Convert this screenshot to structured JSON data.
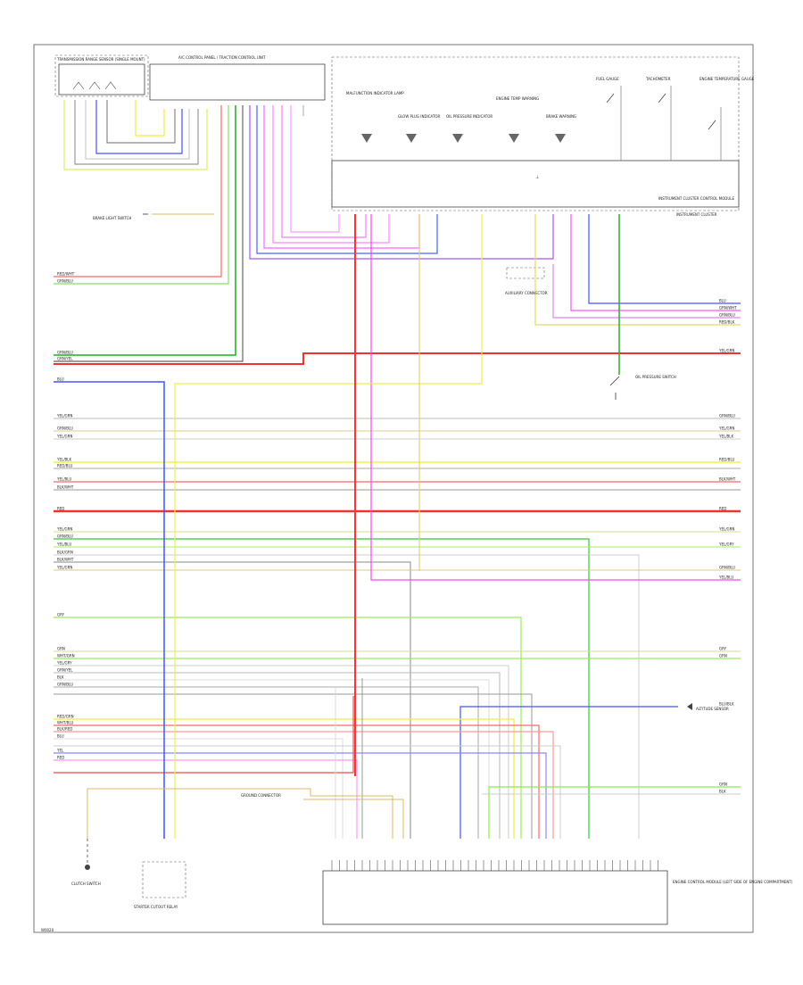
{
  "diagram": {
    "footer_code": "W0020",
    "components": {
      "transmission_range": "TRANSMISSION RANGE SENSOR (SINGLE MOUNT)",
      "ac_control_unit": "A/C CONTROL PANEL / TRACTION CONTROL UNIT",
      "instrument_cluster": "INSTRUMENT CLUSTER CONTROL MODULE",
      "instrument_cluster_label": "INSTRUMENT CLUSTER",
      "ecm": "ENGINE CONTROL MODULE (LEFT SIDE OF ENGINE COMPARTMENT)",
      "fuel_gauge": "FUEL GAUGE",
      "tachometer": "TACHOMETER",
      "engine_temp_gauge": "ENGINE TEMPERATURE GAUGE",
      "oil_pressure_switch": "OIL PRESSURE SWITCH",
      "auxiliary_connector": "AUXILIARY CONNECTOR",
      "brake_light_switch": "BRAKE LIGHT SWITCH",
      "clutch_switch": "CLUTCH SWITCH",
      "starter_cutout": "STARTER CUTOUT RELAY",
      "ground_connector": "GROUND CONNECTOR",
      "elevation_sensor": "ALTITUDE SENSOR"
    },
    "warning_lamps": [
      "MALFUNCTION INDICATOR LAMP",
      "GLOW PLUG INDICATOR",
      "OIL PRESSURE INDICATOR",
      "ENGINE TEMP WARNING",
      "BRAKE WARNING"
    ],
    "left_wire_labels": [
      "RED/WHT",
      "GRN/BLU",
      "GRN/BLU",
      "GRN/YEL",
      "BLU",
      "YEL/GRN",
      "GRN/BLU",
      "YEL/GRN",
      "YEL/BLK",
      "RED/BLU",
      "YEL/BLU",
      "BLK/WHT",
      "RED",
      "YEL/GRN",
      "GRN/BLU",
      "YEL/BLU",
      "BLK/GRN",
      "BLK/WHT",
      "YEL/GRN",
      "GRY",
      "GRN",
      "WHT/GRN",
      "YEL/GRY",
      "GRN/YEL",
      "BLK",
      "GRN/BLU",
      "RED/GRN",
      "WHT/BLU",
      "BLK/RED",
      "BLU",
      "YEL",
      "RED"
    ],
    "right_wire_labels": [
      "BLU",
      "GRN/WHT",
      "GRN/BLU",
      "RED/BLK",
      "YEL/GRN",
      "GRN/BLU",
      "YEL/GRN",
      "YEL/BLK",
      "RED/BLU",
      "BLK/WHT",
      "RED",
      "YEL/GRN",
      "YEL/GRY",
      "GRN/BLU",
      "YEL/BLU",
      "GRY",
      "GRN",
      "BLU/BLK",
      "GRN",
      "BLK"
    ],
    "colors": {
      "red": "#ff0000",
      "green": "#00aa00",
      "blue": "#2233ff",
      "yellow": "#ffee00",
      "magenta": "#ff55ff",
      "gray": "#999999",
      "lightgreen": "#88ee44",
      "pink": "#ff9999",
      "tan": "#ddbb88",
      "black": "#222222"
    }
  }
}
